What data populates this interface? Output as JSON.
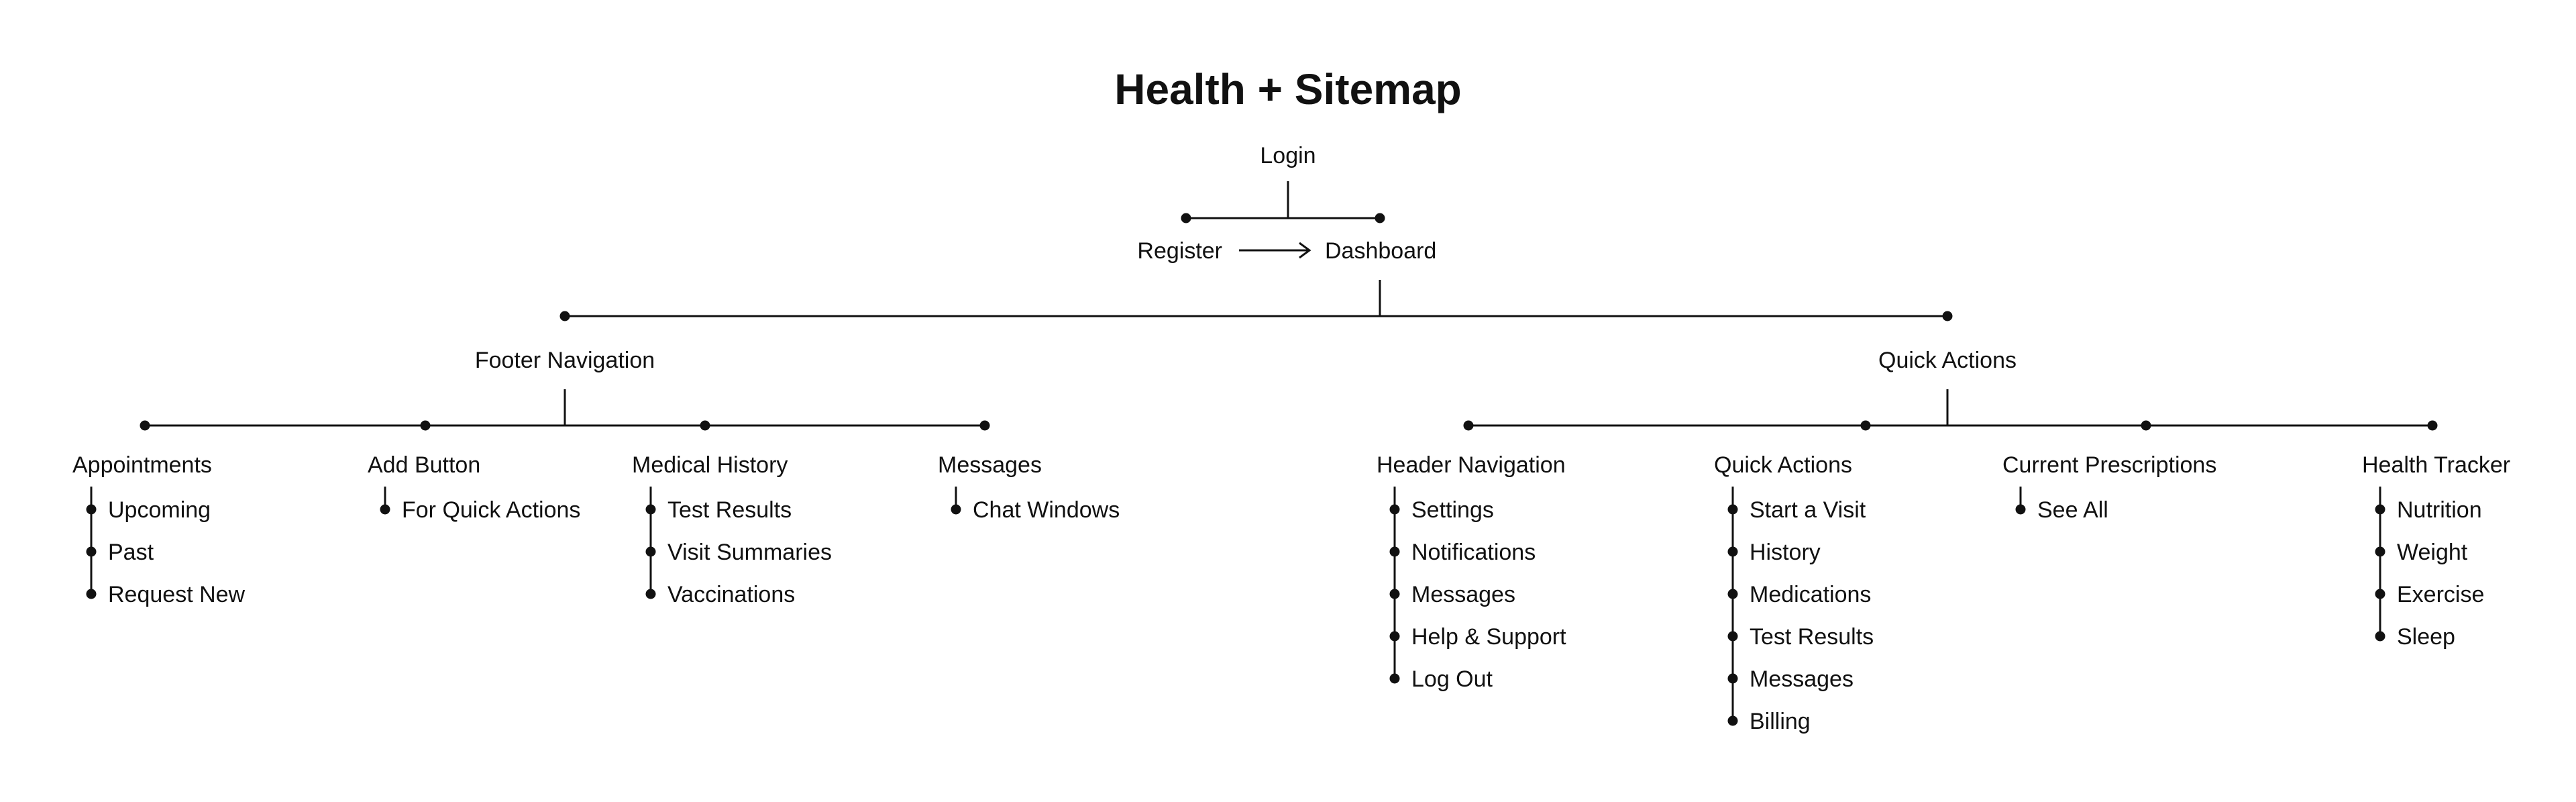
{
  "title": "Health + Sitemap",
  "top": {
    "login": "Login",
    "register": "Register",
    "dashboard": "Dashboard"
  },
  "footer": {
    "label": "Footer Navigation",
    "groups": [
      {
        "heading": "Appointments",
        "items": [
          "Upcoming",
          "Past",
          "Request New"
        ]
      },
      {
        "heading": "Add Button",
        "items": [
          "For Quick Actions"
        ]
      },
      {
        "heading": "Medical History",
        "items": [
          "Test Results",
          "Visit Summaries",
          "Vaccinations"
        ]
      },
      {
        "heading": "Messages",
        "items": [
          "Chat Windows"
        ]
      }
    ]
  },
  "quick": {
    "label": "Quick Actions",
    "groups": [
      {
        "heading": "Header Navigation",
        "items": [
          "Settings",
          "Notifications",
          "Messages",
          "Help & Support",
          "Log Out"
        ]
      },
      {
        "heading": "Quick Actions",
        "items": [
          "Start a Visit",
          "History",
          "Medications",
          "Test Results",
          "Messages",
          "Billing"
        ]
      },
      {
        "heading": "Current Prescriptions",
        "items": [
          "See All"
        ]
      },
      {
        "heading": "Health Tracker",
        "items": [
          "Nutrition",
          "Weight",
          "Exercise",
          "Sleep"
        ]
      }
    ]
  }
}
